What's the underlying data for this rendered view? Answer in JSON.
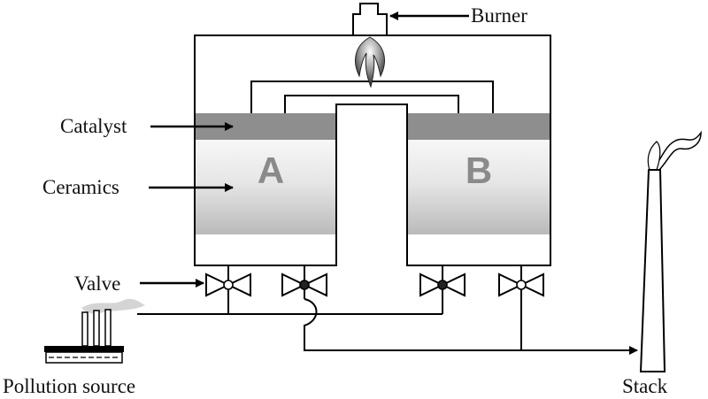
{
  "labels": {
    "burner": "Burner",
    "catalyst": "Catalyst",
    "ceramics": "Ceramics",
    "valve": "Valve",
    "pollution_source": "Pollution source",
    "stack": "Stack"
  },
  "beds": {
    "left": "A",
    "right": "B"
  },
  "colors": {
    "catalyst": "#8e8e8e",
    "ceramics_light": "#f6f6f6",
    "ceramics_dark": "#bdbdbd",
    "line": "#000000",
    "bed_letter": "#8a8a8a"
  },
  "valves": {
    "count": 4,
    "states": [
      "open",
      "closed",
      "closed",
      "open"
    ]
  }
}
